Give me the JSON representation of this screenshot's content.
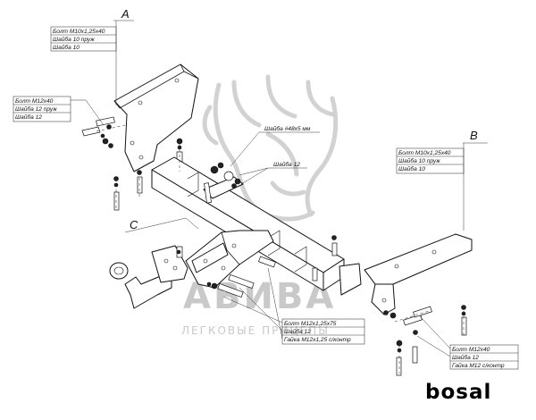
{
  "brand": "bosal",
  "watermark": {
    "title": "АВИВА",
    "subtitle": "ЛЕГКОВЫЕ ПРИЦЕПЫ"
  },
  "parts": {
    "A": {
      "letter": "A",
      "lines": [
        "Болт  М10х1,25х40",
        "Шайба 10 пруж",
        "Шайба 10"
      ]
    },
    "left_m12": {
      "lines": [
        "Болт  М12х40",
        "Шайба 12 пруж",
        "Шайба 12"
      ]
    },
    "washer_48": {
      "text": "Шайба #48х5 мм"
    },
    "washer_12_center": {
      "text": "Шайба 12"
    },
    "B": {
      "letter": "B",
      "lines": [
        "Болт  М10х1,25х40",
        "Шайба 10 пруж",
        "Шайба 10"
      ]
    },
    "C": {
      "letter": "C"
    },
    "bottom_m12x75": {
      "lines": [
        "Болт  М12х1,25х75",
        "Шайба 12",
        "Гайка М12х1,25 с/контр"
      ]
    },
    "right_m12": {
      "lines": [
        "Болт  М12х40",
        "Шайба 12",
        "Гайка М12 с/контр"
      ]
    }
  }
}
